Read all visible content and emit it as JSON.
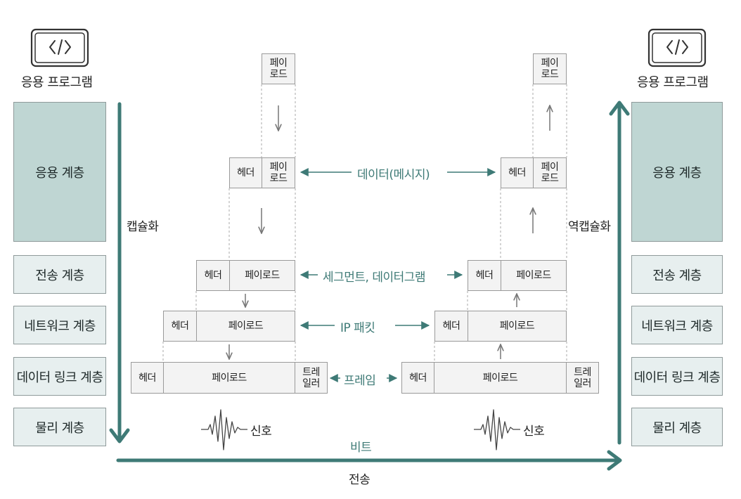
{
  "left_stack": {
    "program_label": "응용 프로그램",
    "layers": [
      "응용 계층",
      "전송 계층",
      "네트워크 계층",
      "데이터 링크 계층",
      "물리 계층"
    ],
    "side_label": "캡슐화"
  },
  "right_stack": {
    "program_label": "응용 프로그램",
    "layers": [
      "응용 계층",
      "전송 계층",
      "네트워크 계층",
      "데이터 링크 계층",
      "물리 계층"
    ],
    "side_label": "역캡슐화"
  },
  "packets": {
    "header": "헤더",
    "payload_short": "페이\n로드",
    "payload": "페이로드",
    "trailer": "트레\n일러"
  },
  "level_labels": {
    "app": "데이터(메시지)",
    "transport": "세그먼트, 데이터그램",
    "network": "IP 패킷",
    "link": "프레임"
  },
  "signal_label": "신호",
  "bit_label": "비트",
  "transmission_label": "전송",
  "icons": {
    "program": "code-window-icon",
    "signal": "signal-wave-icon"
  },
  "colors": {
    "accent": "#3e7a76",
    "app_layer_fill": "#bfd6d3",
    "layer_fill": "#e7efef"
  }
}
